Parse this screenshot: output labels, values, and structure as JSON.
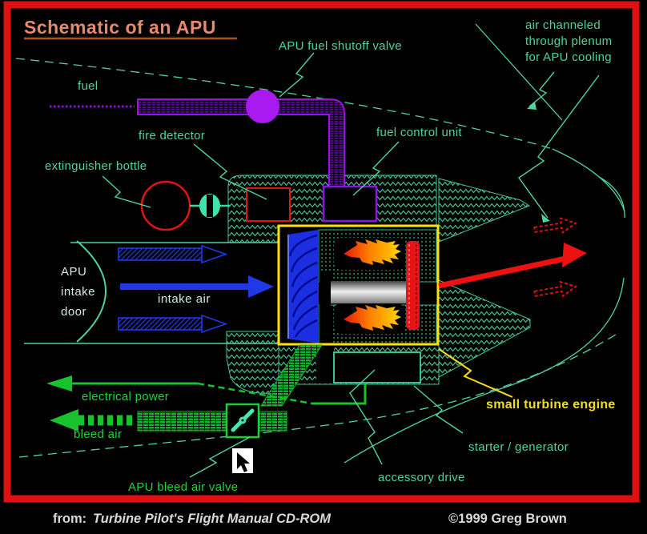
{
  "title": "Schematic of an APU",
  "labels": {
    "fuel": "fuel",
    "apu_fuel_shutoff_valve": "APU fuel shutoff valve",
    "fire_detector": "fire detector",
    "fuel_control_unit": "fuel control unit",
    "extinguisher_bottle": "extinguisher bottle",
    "air_channeled_lines": [
      "air channeled",
      "through plenum",
      "for APU cooling"
    ],
    "apu_intake_door_lines": [
      "APU",
      "intake",
      "door"
    ],
    "intake_air": "intake air",
    "electrical_power": "electrical power",
    "bleed_air": "bleed air",
    "apu_bleed_air_valve": "APU bleed air valve",
    "small_turbine_engine": "small turbine engine",
    "starter_generator": "starter / generator",
    "accessory_drive": "accessory drive"
  },
  "footer": {
    "from_prefix": "from:",
    "source_title": "Turbine Pilot's Flight Manual CD-ROM",
    "copyright": "©1999 Greg Brown"
  },
  "colors": {
    "background": "#000000",
    "frame_red": "#dd1111",
    "label_teal": "#4fd49c",
    "title_salmon": "#e8896a",
    "engine_case_yellow": "#ffe20a",
    "fuel_purple": "#9a12e8",
    "intake_blue": "#1f39e8",
    "exhaust_red": "#ee1111",
    "power_green": "#17c22c",
    "pale_mint_text": "#cfeede",
    "footer_gray": "#d9d9d9"
  }
}
